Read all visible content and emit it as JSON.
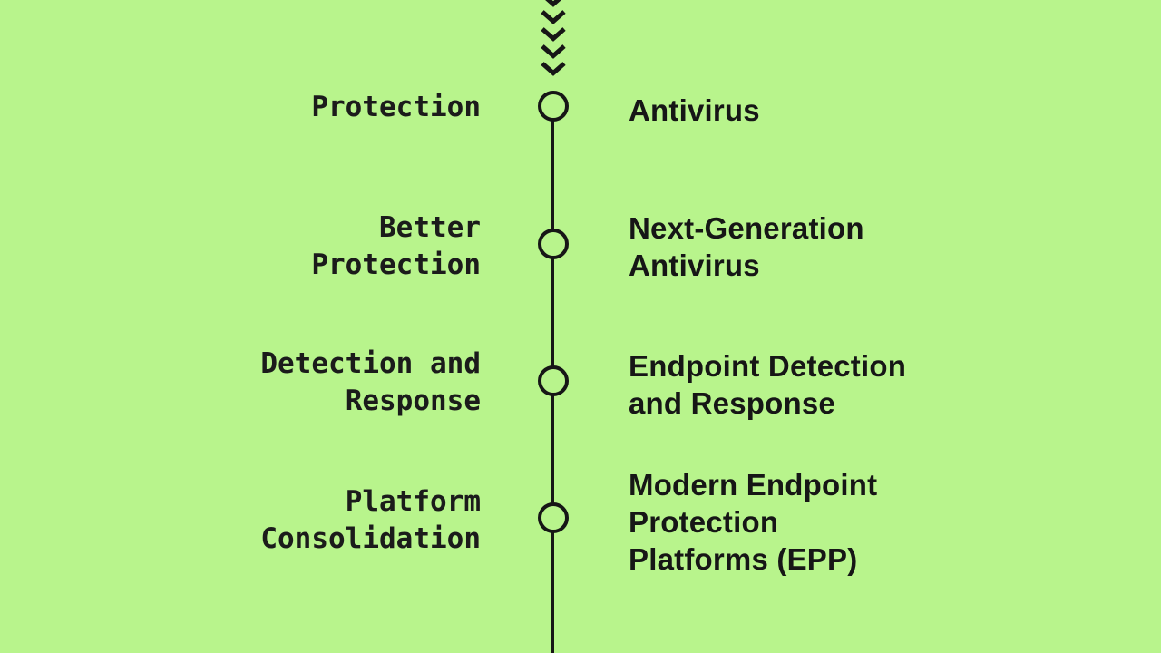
{
  "colors": {
    "background": "#b8f48c",
    "ink": "#161616"
  },
  "timeline": {
    "direction": "top-to-bottom",
    "chevrons": {
      "icon": "chevron-down-icon",
      "count": 5
    },
    "rows": [
      {
        "era": "Protection",
        "tech": "Antivirus"
      },
      {
        "era": "Better\nProtection",
        "tech": "Next-Generation\nAntivirus"
      },
      {
        "era": "Detection and\nResponse",
        "tech": "Endpoint Detection\nand Response"
      },
      {
        "era": "Platform\nConsolidation",
        "tech": "Modern Endpoint\nProtection\nPlatforms (EPP)"
      }
    ]
  }
}
